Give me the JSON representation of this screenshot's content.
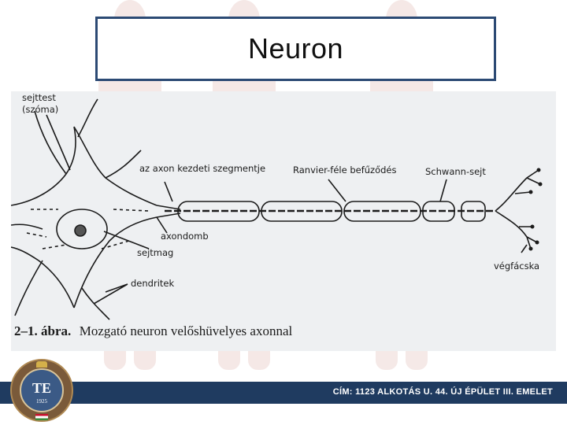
{
  "title": "Neuron",
  "figure": {
    "labels": {
      "soma_line1": "sejttest",
      "soma_line2": "(szóma)",
      "initial_segment": "az axon kezdeti szegmentje",
      "ranvier": "Ranvier-féle befűződés",
      "schwann": "Schwann-sejt",
      "axon_hillock": "axondomb",
      "nucleus": "sejtmag",
      "dendrites": "dendritek",
      "terminals": "végfácska"
    },
    "caption_number": "2–1. ábra.",
    "caption_text": "Mozgató neuron velőshüvelyes axonnal"
  },
  "footer": {
    "address": "CÍM: 1123 ALKOTÁS U. 44. ÚJ ÉPÜLET III. EMELET"
  },
  "logo": {
    "monogram": "TE",
    "year": "1925"
  },
  "colors": {
    "title_border": "#2c4a74",
    "footer_bar": "#1f3b60"
  }
}
